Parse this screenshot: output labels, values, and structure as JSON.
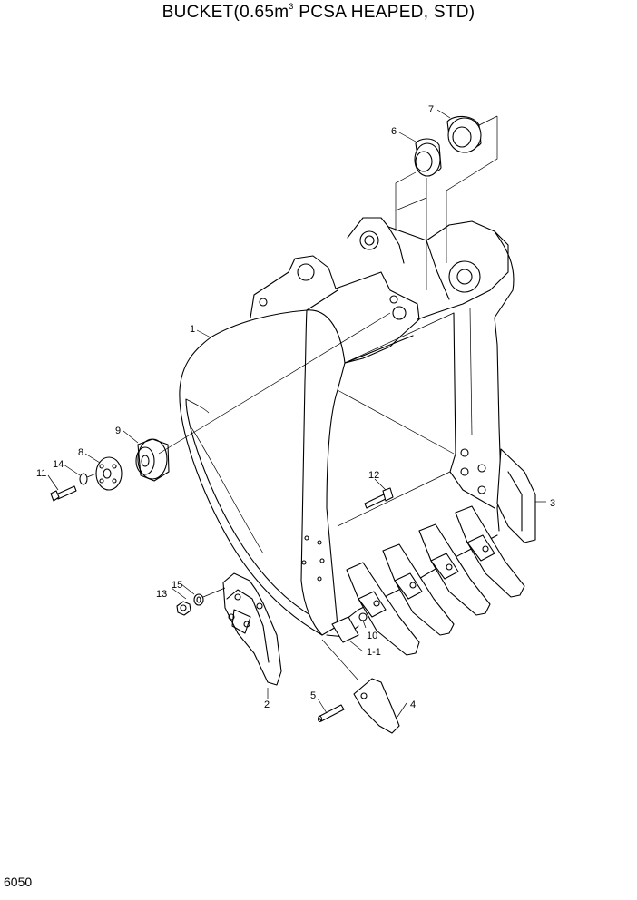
{
  "title": {
    "prefix": "BUCKET(0.65m",
    "superscript": "3",
    "suffix": " PCSA HEAPED, STD)"
  },
  "page_number": "6050",
  "callouts": {
    "bucket": "1",
    "tooth_assy": "1-1",
    "side_cutter": "2",
    "side_plate": "3",
    "tooth": "4",
    "pin": "5",
    "bushing_6": "6",
    "bushing_7": "7",
    "washer_plate": "8",
    "boss": "9",
    "lock": "10",
    "bolt_11": "11",
    "bolt_12": "12",
    "nut": "13",
    "washer_14": "14",
    "washer_15": "15"
  }
}
